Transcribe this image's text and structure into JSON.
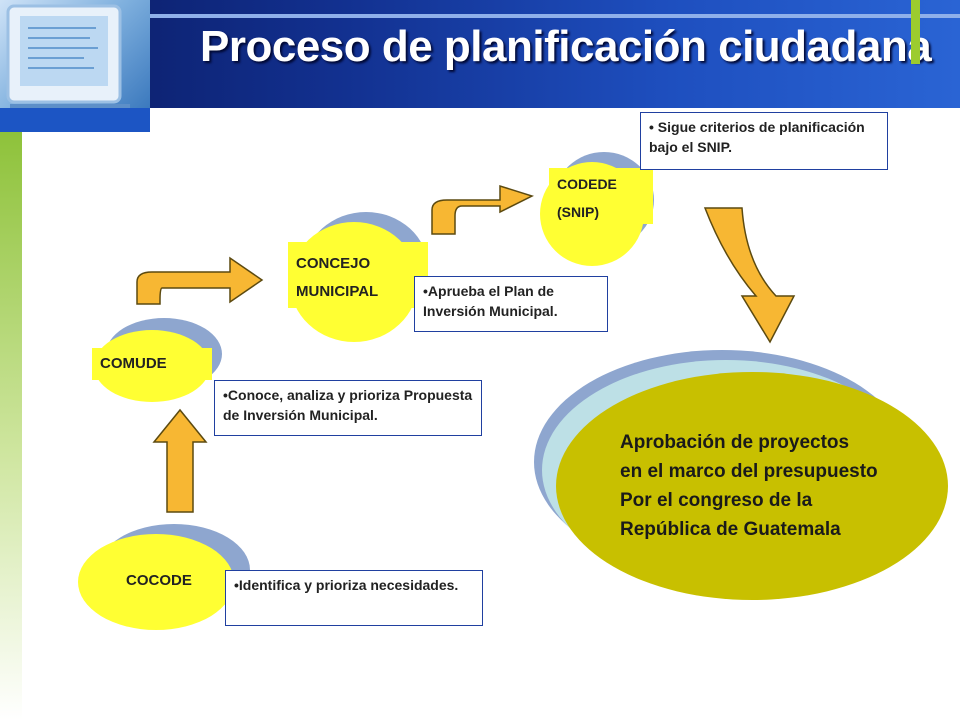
{
  "title": "Proceso de planificación ciudadana",
  "nodes": {
    "cocode": "COCODE",
    "comude": "COMUDE",
    "concejo_line1": "CONCEJO",
    "concejo_line2": "MUNICIPAL",
    "codede_line1": "CODEDE",
    "codede_line2": "(SNIP)"
  },
  "notes": {
    "cocode": "•Identifica y prioriza necesidades.",
    "comude": "•Conoce, analiza y prioriza Propuesta de Inversión Municipal.",
    "concejo": "•Aprueba el Plan de Inversión Municipal.",
    "codede": "• Sigue criterios  de planificación bajo el SNIP."
  },
  "final": {
    "line1": "Aprobación de proyectos",
    "line2": "en el marco del presupuesto",
    "line3": "Por  el congreso de la",
    "line4": "República de Guatemala"
  },
  "colors": {
    "ellipse_yellow": "#ffff33",
    "ellipse_shadow": "#8ea6cf",
    "arrow_fill": "#f7b733",
    "final_fill": "#c8c000",
    "header_blue": "#12308f"
  }
}
